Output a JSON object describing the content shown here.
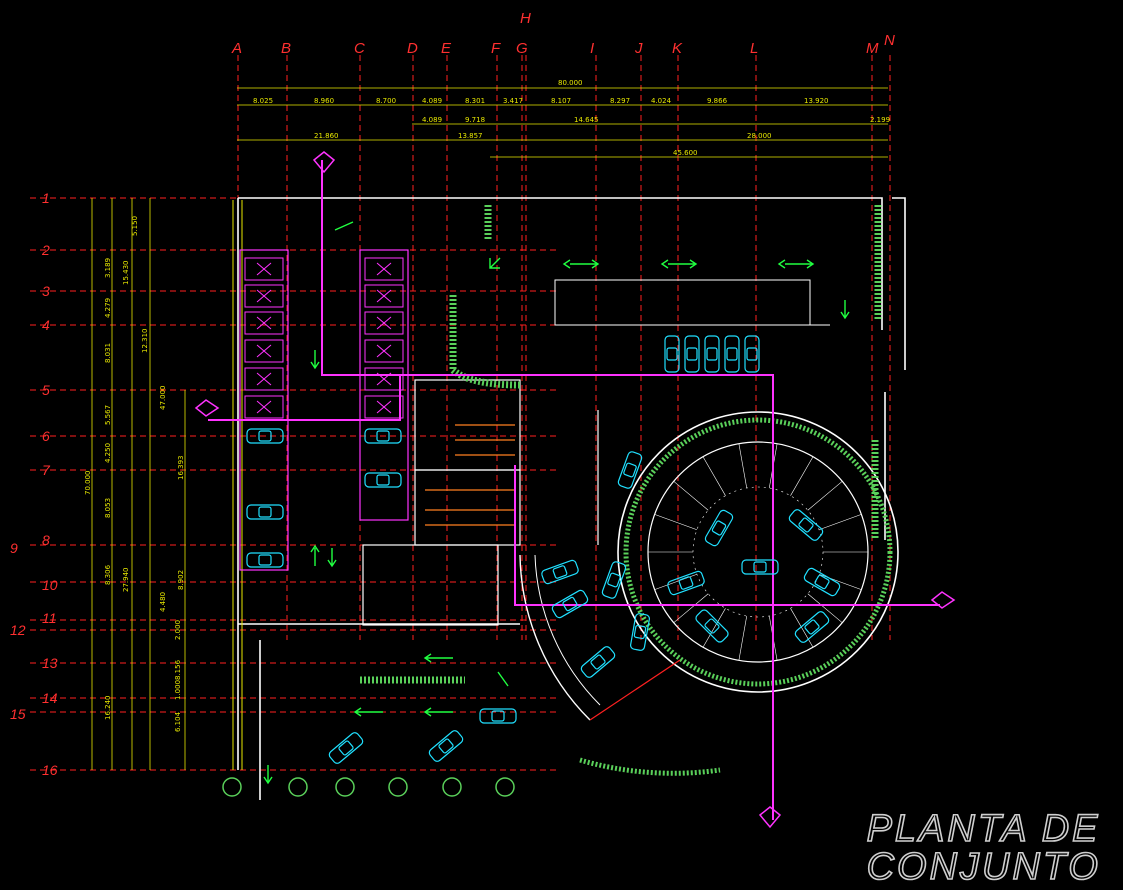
{
  "title": {
    "line1": "PLANTA DE",
    "line2": "CONJUNTO"
  },
  "grid_columns": [
    "A",
    "B",
    "C",
    "D",
    "E",
    "F",
    "G",
    "H",
    "I",
    "J",
    "K",
    "L",
    "M",
    "N"
  ],
  "grid_rows": [
    "1",
    "2",
    "3",
    "4",
    "5",
    "6",
    "7",
    "8",
    "9",
    "10",
    "11",
    "12",
    "13",
    "14",
    "15",
    "16"
  ],
  "dimensions_top": {
    "overall": "80.000",
    "row1": [
      "8.025",
      "8.960",
      "8.700",
      "4.089",
      "8.301",
      "3.417",
      "8.107",
      "8.297",
      "4.024",
      "9.866",
      "13.920"
    ],
    "row2": [
      "4.089",
      "9.718",
      "14.645",
      "2.199"
    ],
    "row3": [
      "21.860",
      "13.857",
      "28.000"
    ],
    "row4": "45.600"
  },
  "dimensions_left": {
    "partials": [
      "5.150",
      "3.189",
      "4.279",
      "8.031",
      "5.567",
      "4.250",
      "8.053",
      "8.306",
      "4.480",
      "2.000",
      "8.156",
      "1.000",
      "6.104"
    ],
    "subtotals": [
      "15.430",
      "12.310",
      "47.000",
      "16.393",
      "27.940",
      "8.902",
      "16.240"
    ],
    "overall": "70.000"
  },
  "colors": {
    "background": "#000000",
    "walls": "#ffffff",
    "axes": "#ff2020",
    "dimensions": "#e8e800",
    "circulation": "#ff33ff",
    "vehicles": "#20e0ff",
    "vegetation": "#5ad05a",
    "structure": "#ff8020"
  }
}
